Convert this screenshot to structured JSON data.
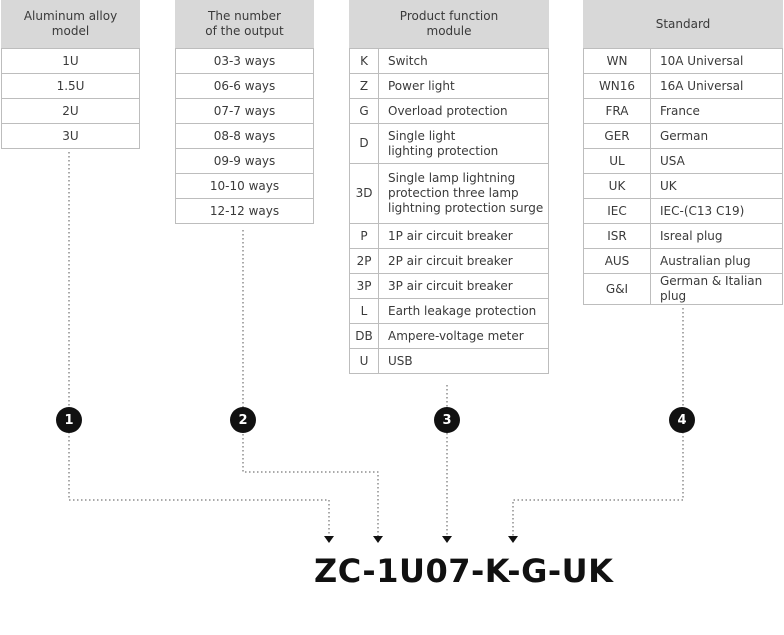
{
  "col1": {
    "header": "Aluminum alloy\nmodel",
    "rows": [
      "1U",
      "1.5U",
      "2U",
      "3U"
    ]
  },
  "col2": {
    "header": "The number\nof the output",
    "rows": [
      "03-3 ways",
      "06-6 ways",
      "07-7 ways",
      "08-8 ways",
      "09-9 ways",
      "10-10 ways",
      "12-12 ways"
    ]
  },
  "col3": {
    "header": "Product  function\nmodule",
    "rows": [
      {
        "code": "K",
        "desc": "Switch"
      },
      {
        "code": "Z",
        "desc": "Power light"
      },
      {
        "code": "G",
        "desc": "Overload protection"
      },
      {
        "code": "D",
        "desc": "Single light\nlighting protection"
      },
      {
        "code": "3D",
        "desc": "Single lamp lightning\nprotection three lamp\nlightning protection surge"
      },
      {
        "code": "P",
        "desc": "1P air circuit breaker"
      },
      {
        "code": "2P",
        "desc": "2P air circuit breaker"
      },
      {
        "code": "3P",
        "desc": "3P air circuit breaker"
      },
      {
        "code": "L",
        "desc": "Earth leakage protection"
      },
      {
        "code": "DB",
        "desc": "Ampere-voltage meter"
      },
      {
        "code": "U",
        "desc": "USB"
      }
    ]
  },
  "col4": {
    "header": "Standard",
    "rows": [
      {
        "code": "WN",
        "desc": "10A Universal"
      },
      {
        "code": "WN16",
        "desc": "16A Universal"
      },
      {
        "code": "FRA",
        "desc": "France"
      },
      {
        "code": "GER",
        "desc": "German"
      },
      {
        "code": "UL",
        "desc": "USA"
      },
      {
        "code": "UK",
        "desc": "UK"
      },
      {
        "code": "IEC",
        "desc": "IEC-(C13 C19)"
      },
      {
        "code": "ISR",
        "desc": "Isreal plug"
      },
      {
        "code": "AUS",
        "desc": "Australian plug"
      },
      {
        "code": "G&I",
        "desc": "German & Italian plug"
      }
    ]
  },
  "badges": [
    "1",
    "2",
    "3",
    "4"
  ],
  "model_code": "ZC-1U07-K-G-UK"
}
